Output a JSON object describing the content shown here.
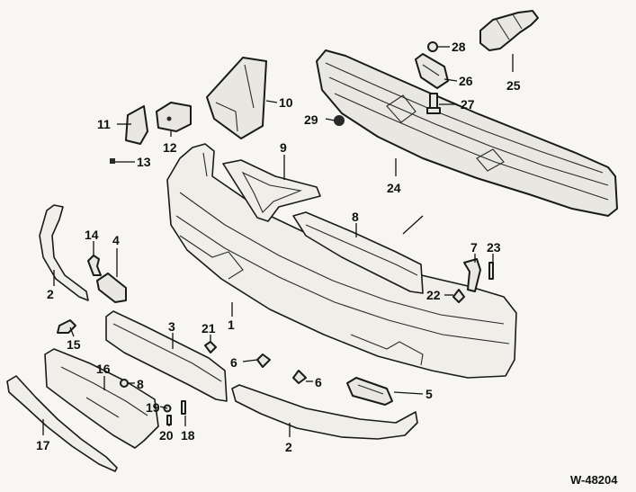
{
  "diagram": {
    "reference_code": "W-48204",
    "callouts": {
      "c1": "1",
      "c2a": "2",
      "c2b": "2",
      "c3": "3",
      "c4": "4",
      "c5": "5",
      "c6a": "6",
      "c6b": "6",
      "c7": "7",
      "c8a": "8",
      "c8b": "8",
      "c9": "9",
      "c10": "10",
      "c11": "11",
      "c12": "12",
      "c13": "13",
      "c14": "14",
      "c15": "15",
      "c16": "16",
      "c17": "17",
      "c18": "18",
      "c19": "19",
      "c20": "20",
      "c21": "21",
      "c22": "22",
      "c23": "23",
      "c24": "24",
      "c25": "25",
      "c26": "26",
      "c27": "27",
      "c28": "28",
      "c29": "29"
    }
  }
}
